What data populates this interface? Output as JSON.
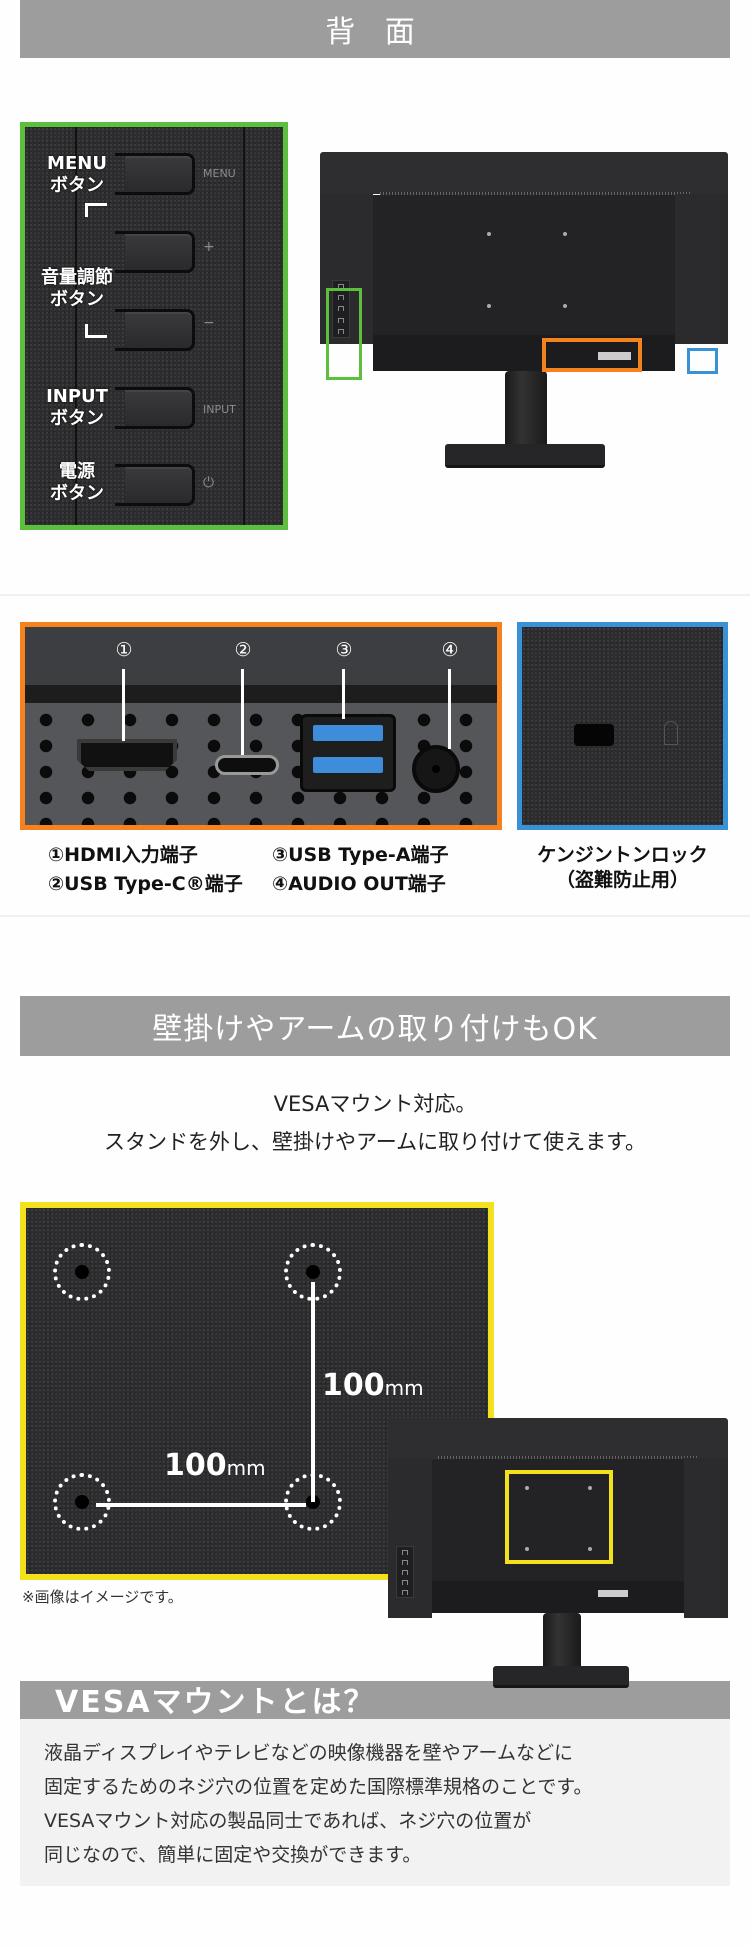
{
  "colors": {
    "header_bar": "#9c9d9c",
    "green_highlight": "#5cbf3e",
    "orange_highlight": "#f5821f",
    "blue_highlight": "#3a92d6",
    "yellow_highlight": "#f2e11c",
    "usb_blue": "#3e8ddb",
    "panel_gray": "#f2f2f2"
  },
  "rear": {
    "section_title": "背 面",
    "buttons": [
      {
        "label_line1": "MENU",
        "label_line2": "ボタン",
        "side_label": "MENU",
        "icon": "menu-text"
      },
      {
        "label_line1": "",
        "label_line2": "",
        "side_label": "+",
        "icon": "plus-icon"
      },
      {
        "label_line1": "",
        "label_line2": "",
        "side_label": "−",
        "icon": "minus-icon"
      },
      {
        "label_line1": "INPUT",
        "label_line2": "ボタン",
        "side_label": "INPUT",
        "icon": "input-text"
      },
      {
        "label_line1": "電源",
        "label_line2": "ボタン",
        "side_label": "⏻",
        "icon": "power-icon"
      }
    ],
    "volume_label_line1": "音量調節",
    "volume_label_line2": "ボタン"
  },
  "ports": {
    "numbers": [
      "①",
      "②",
      "③",
      "④"
    ],
    "captions": {
      "c1": "①HDMI入力端子",
      "c2": "②USB Type-C®端子",
      "c3": "③USB Type-A端子",
      "c4": "④AUDIO OUT端子"
    },
    "kensington_line1": "ケンジントンロック",
    "kensington_line2": "（盗難防止用）"
  },
  "wall": {
    "section_title": "壁掛けやアームの取り付けもOK",
    "line1": "VESAマウント対応。",
    "line2": "スタンドを外し、壁掛けやアームに取り付けて使えます。",
    "dim_vertical_value": "100",
    "dim_vertical_unit": "mm",
    "dim_horizontal_value": "100",
    "dim_horizontal_unit": "mm",
    "note": "※画像はイメージです。"
  },
  "vesa_what": {
    "title": "VESAマウントとは？",
    "lines": [
      "液晶ディスプレイやテレビなどの映像機器を壁やアームなどに",
      "固定するためのネジ穴の位置を定めた国際標準規格のことです。",
      "VESAマウント対応の製品同士であれば、ネジ穴の位置が",
      "同じなので、簡単に固定や交換ができます。"
    ]
  }
}
